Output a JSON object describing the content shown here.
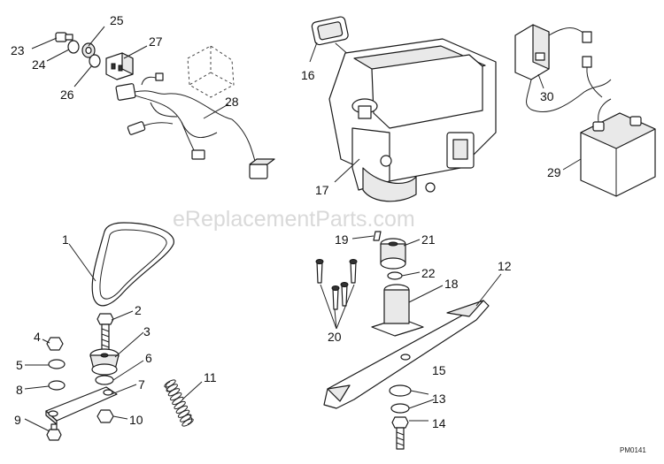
{
  "diagram": {
    "watermark": "eReplacementParts.com",
    "diagram_code": "PM0141",
    "callouts": [
      {
        "id": "c1",
        "label": "1"
      },
      {
        "id": "c2",
        "label": "2"
      },
      {
        "id": "c3",
        "label": "3"
      },
      {
        "id": "c4",
        "label": "4"
      },
      {
        "id": "c5",
        "label": "5"
      },
      {
        "id": "c6",
        "label": "6"
      },
      {
        "id": "c7",
        "label": "7"
      },
      {
        "id": "c8",
        "label": "8"
      },
      {
        "id": "c9",
        "label": "9"
      },
      {
        "id": "c10",
        "label": "10"
      },
      {
        "id": "c11",
        "label": "11"
      },
      {
        "id": "c12",
        "label": "12"
      },
      {
        "id": "c13",
        "label": "13"
      },
      {
        "id": "c14",
        "label": "14"
      },
      {
        "id": "c15",
        "label": "15"
      },
      {
        "id": "c16",
        "label": "16"
      },
      {
        "id": "c17",
        "label": "17"
      },
      {
        "id": "c18",
        "label": "18"
      },
      {
        "id": "c19",
        "label": "19"
      },
      {
        "id": "c20",
        "label": "20"
      },
      {
        "id": "c21",
        "label": "21"
      },
      {
        "id": "c22",
        "label": "22"
      },
      {
        "id": "c23",
        "label": "23"
      },
      {
        "id": "c24",
        "label": "24"
      },
      {
        "id": "c25",
        "label": "25"
      },
      {
        "id": "c26",
        "label": "26"
      },
      {
        "id": "c27",
        "label": "27"
      },
      {
        "id": "c28",
        "label": "28"
      },
      {
        "id": "c29",
        "label": "29"
      },
      {
        "id": "c30",
        "label": "30"
      }
    ]
  }
}
